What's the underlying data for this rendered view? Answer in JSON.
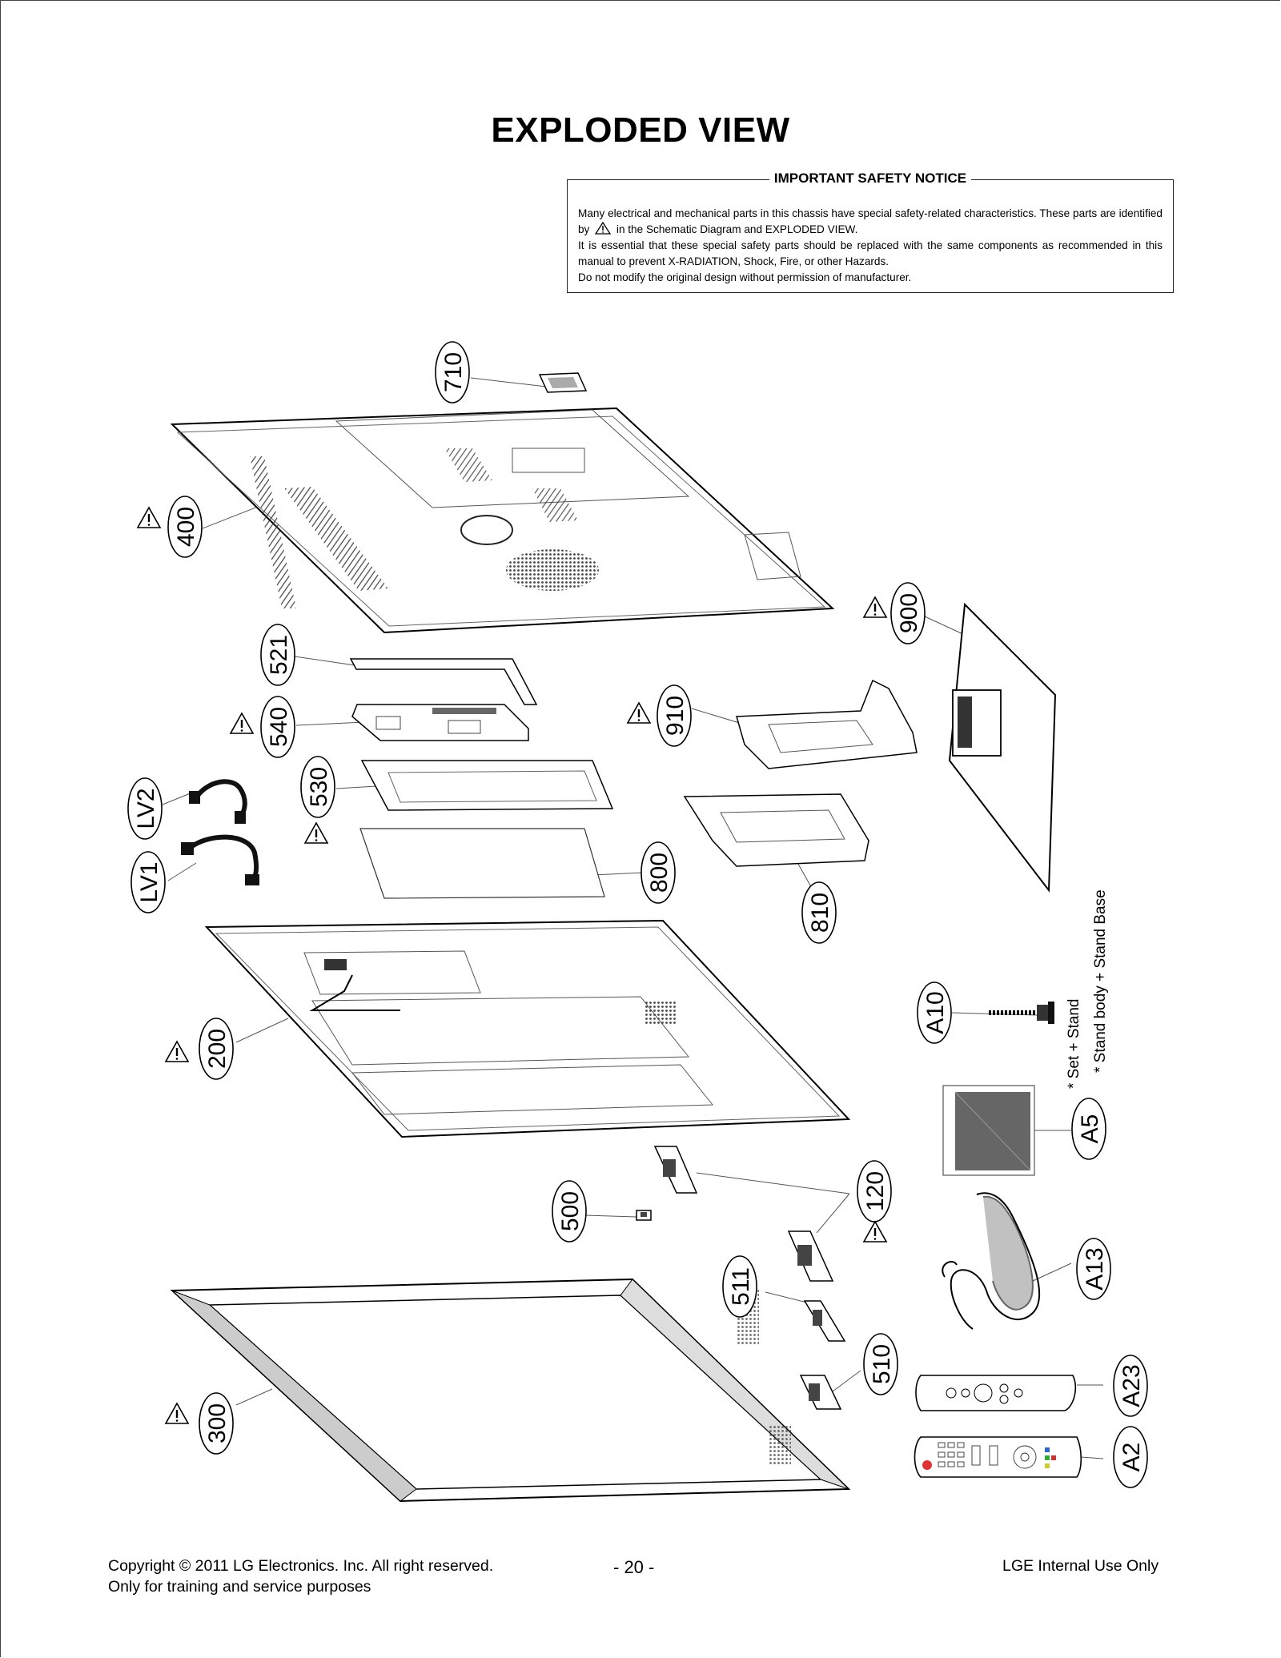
{
  "title": "EXPLODED VIEW",
  "notice": {
    "heading": "IMPORTANT SAFETY NOTICE",
    "line1_a": "Many electrical and mechanical parts in this chassis have special safety-related characteristics. These parts are identified by",
    "line1_b": "in the Schematic Diagram and EXPLODED VIEW.",
    "line2": "It is essential that these special safety parts should be replaced with the same components as recommended in this manual to prevent X-RADIATION, Shock, Fire, or other Hazards.",
    "line3": "Do not modify the original design without permission of manufacturer."
  },
  "callouts": {
    "p710": "710",
    "p400": "400",
    "p900": "900",
    "p521": "521",
    "p540": "540",
    "p910": "910",
    "p530": "530",
    "lv2": "LV2",
    "lv1": "LV1",
    "p800": "800",
    "p810": "810",
    "p200": "200",
    "a10": "A10",
    "a5": "A5",
    "p500": "500",
    "p120": "120",
    "p511": "511",
    "a13": "A13",
    "p510": "510",
    "a23": "A23",
    "p300": "300",
    "a2": "A2"
  },
  "warning_symbol": "!",
  "side_notes": {
    "set_stand": "* Set + Stand",
    "stand_body": "* Stand body + Stand Base"
  },
  "footer": {
    "copyright_line1": "Copyright © 2011 LG Electronics. Inc. All right reserved.",
    "copyright_line2": "Only for training and service purposes",
    "page_number": "- 20 -",
    "internal": "LGE Internal Use Only"
  }
}
